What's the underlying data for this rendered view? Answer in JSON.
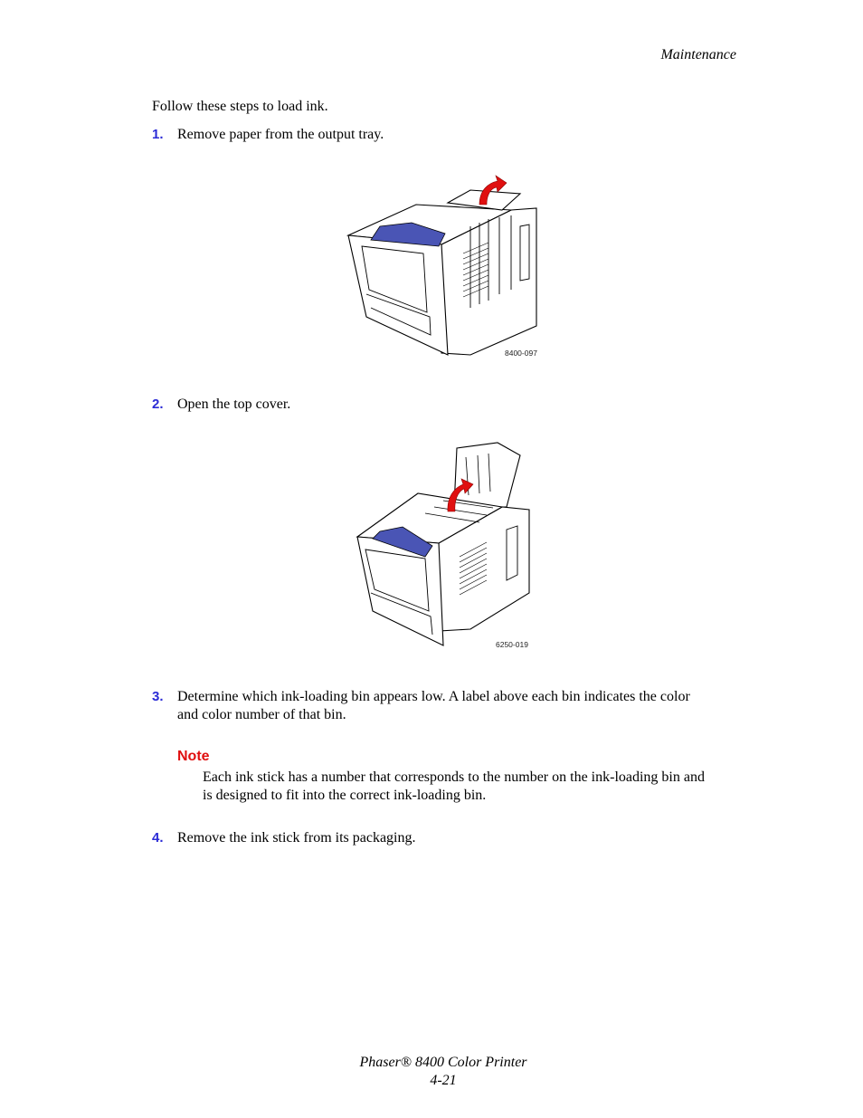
{
  "header": {
    "section": "Maintenance"
  },
  "intro": "Follow these steps to load ink.",
  "steps": [
    {
      "num": "1.",
      "text": "Remove paper from the output tray."
    },
    {
      "num": "2.",
      "text": "Open the top cover."
    },
    {
      "num": "3.",
      "text_line1": "Determine which ink-loading bin appears low. A label above each bin indicates the color",
      "text_line2": "and color number of that bin."
    },
    {
      "num": "4.",
      "text": "Remove the ink stick from its packaging."
    }
  ],
  "figures": [
    {
      "code": "8400-097"
    },
    {
      "code": "6250-019"
    }
  ],
  "note": {
    "heading": "Note",
    "line1": "Each ink stick has a number that corresponds to the number on the ink-loading bin and",
    "line2": "is designed to fit into the correct ink-loading bin."
  },
  "footer": {
    "product": "Phaser® 8400 Color Printer",
    "page": "4-21"
  },
  "colors": {
    "step_number": "#2b2bd6",
    "note_heading": "#e01010",
    "arrow": "#e01010",
    "panel": "#4a55b5"
  }
}
